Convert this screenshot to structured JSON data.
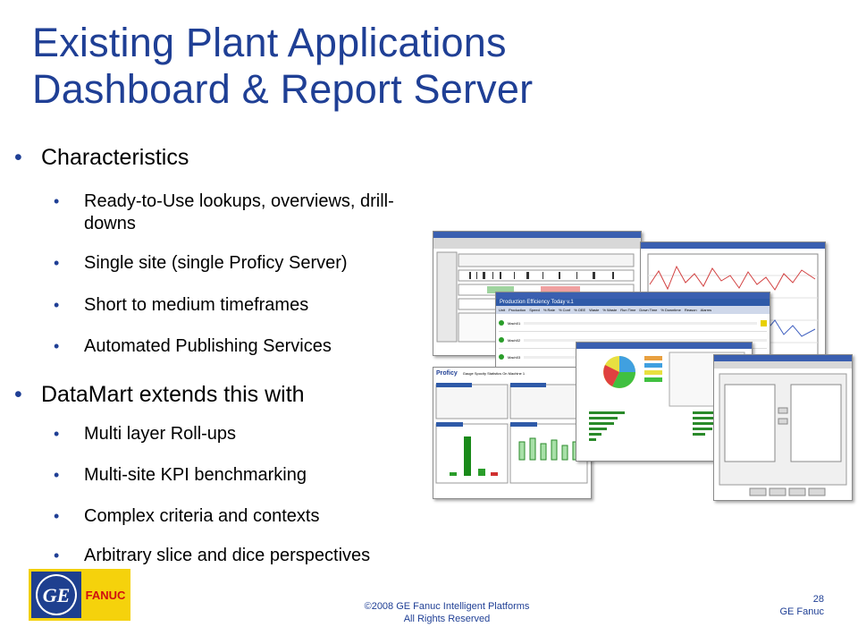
{
  "slide": {
    "title_line1": "Existing Plant Applications",
    "title_line2": "Dashboard & Report Server",
    "section1": {
      "heading": "Characteristics",
      "items": [
        "Ready-to-Use lookups, overviews, drill-",
        "downs",
        "Single site (single Proficy Server)",
        "Short to medium timeframes",
        "Automated Publishing Services"
      ]
    },
    "section2": {
      "heading": "DataMart extends this with",
      "items": [
        "Multi layer Roll-ups",
        "Multi-site KPI benchmarking",
        "Complex criteria and contexts",
        "Arbitrary slice and dice perspectives"
      ]
    },
    "screens": {
      "production_title": "Production Efficiency Today v.1",
      "headers": [
        "Unit",
        "Production",
        "Speed",
        "% Rate",
        "% Conf",
        "% OEE",
        "Waste",
        "% Waste",
        "Run Time",
        "Down Time",
        "% Downtime",
        "Reason",
        "Alarms"
      ],
      "report_brand": "Proficy",
      "report_title": "Gauge Spocity Statistics On Machine 1",
      "units": [
        "Mach01",
        "Mach02",
        "Mach03"
      ]
    },
    "logo": {
      "brand": "GE",
      "partner": "FANUC"
    },
    "footer": {
      "copyright": "©2008 GE Fanuc Intelligent Platforms",
      "rights": "All Rights Reserved",
      "page_number": "28",
      "company": "GE Fanuc"
    },
    "colors": {
      "title": "#1f3f95",
      "logo_yellow": "#f5d20c",
      "logo_blue": "#1e3f8f"
    }
  }
}
